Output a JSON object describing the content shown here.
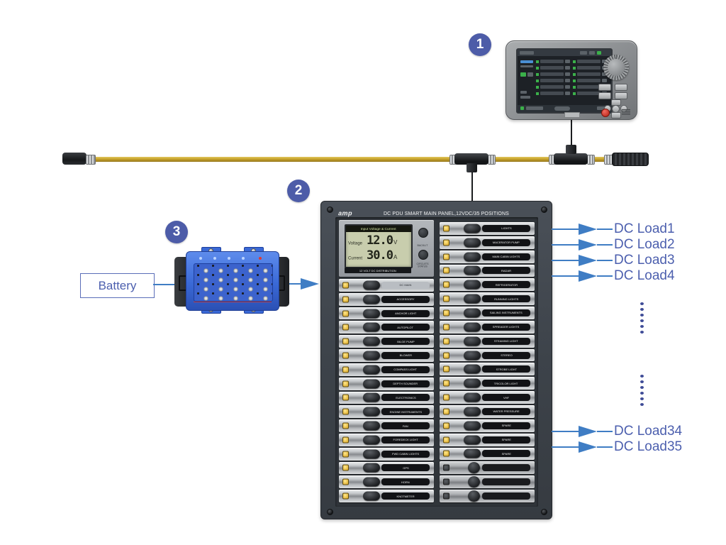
{
  "diagram": {
    "badges": [
      "1",
      "2",
      "3"
    ],
    "battery_label": "Battery",
    "loads_top": [
      "DC Load1",
      "DC Load2",
      "DC Load3",
      "DC Load4"
    ],
    "loads_bottom": [
      "DC Load34",
      "DC Load35"
    ],
    "colors": {
      "line_blue": "#3f7dc4",
      "text_blue": "#4c5fae",
      "badge_blue": "#4d5ca8",
      "cable_yellow": "#c7a22b"
    }
  },
  "panel": {
    "logo": "amp",
    "title": "DC PDU SMART MAIN PANEL,12VDC/35 POSITIONS",
    "lcd": {
      "header": "Input Voltage & Current",
      "voltage_label": "Voltage",
      "voltage_value": "12.0",
      "voltage_unit": "V",
      "current_label": "Current",
      "current_value": "30.0",
      "current_unit": "A",
      "footer": "12 VOLT DC DISTRIBUTION",
      "button1": "BACKLIT",
      "button2": "CIRCUITS STATUS"
    },
    "left_breakers": [
      "DC MAIN",
      "ACCESSORY",
      "ANCHOR LIGHT",
      "AUTOPILOT",
      "BILGE PUMP",
      "BLOWER",
      "COMPASS LIGHT",
      "DEPTH SOUNDER",
      "ELECTRONICS",
      "ENGINE INSTRUMENTS",
      "FAN",
      "FOREDECK LIGHT",
      "FWD CABIN LIGHTS",
      "GPS",
      "HORN",
      "KNOTMETER"
    ],
    "right_breakers": [
      "LIGHTS",
      "MACERATOR PUMP",
      "MAIN CABIN LIGHTS",
      "RADAR",
      "REFRIGERATOR",
      "RUNNING LIGHTS",
      "SAILING INSTRUMENTS",
      "SPREADER LIGHTS",
      "STEAMING LIGHT",
      "STEREO",
      "STROBE LIGHT",
      "TRICOLOR LIGHT",
      "VHF",
      "WATER PRESSURE",
      "SPARE",
      "SPARE",
      "SPARE",
      "",
      "",
      ""
    ]
  }
}
